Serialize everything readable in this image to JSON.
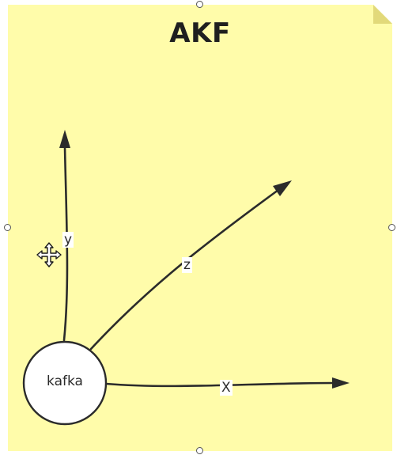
{
  "note": {
    "title": "AKF",
    "background_color": "#fffcaa",
    "fold_color": "#e2d97a"
  },
  "diagram": {
    "node": {
      "label": "kafka"
    },
    "axes": {
      "y": {
        "label": "y"
      },
      "z": {
        "label": "z"
      },
      "x": {
        "label": "X"
      }
    },
    "stroke_color": "#2b2b2b"
  },
  "selection": {
    "handles": [
      "top",
      "left",
      "right",
      "bottom"
    ],
    "cursor": "move-cursor-icon"
  }
}
